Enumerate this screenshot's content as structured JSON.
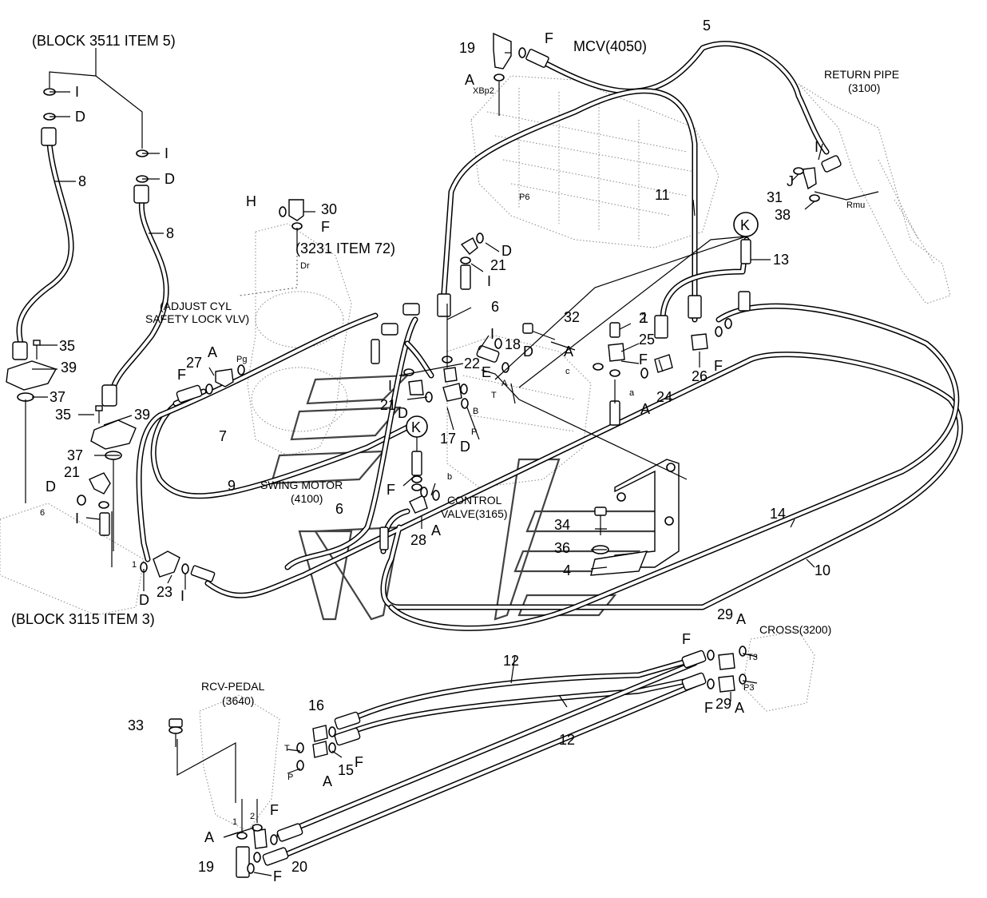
{
  "callouts": {
    "block_3511": "(BLOCK 3511 ITEM 5)",
    "block_3115": "(BLOCK 3115 ITEM 3)",
    "item_3231": "(3231 ITEM 72)",
    "adjust_line1": "(ADJUST CYL",
    "adjust_line2": "SAFETY LOCK VLV)",
    "mcv": "MCV(4050)",
    "return_line1": "RETURN PIPE",
    "return_line2": "(3100)",
    "swing_line1": "SWING MOTOR",
    "swing_line2": "(4100)",
    "control_line1": "CONTROL",
    "control_line2": "VALVE(3165)",
    "cross": "CROSS(3200)",
    "rcv_line1": "RCV-PEDAL",
    "rcv_line2": "(3640)",
    "view_k": "K"
  },
  "port_labels": {
    "xbp2": "XBp2",
    "p6": "P6",
    "dr": "Dr",
    "pg": "Pg",
    "rmu": "Rmu",
    "t": "T",
    "b": "B",
    "p": "P",
    "a_port": "A",
    "c_port": "c",
    "a_small": "a",
    "b_small": "b",
    "t3": "T3",
    "p3": "P3",
    "one": "1",
    "two": "2",
    "six": "6",
    "one_b": "1",
    "t_b": "T",
    "p_b": "P"
  },
  "part_numbers": {
    "n1": "1",
    "n2": "2",
    "n4": "4",
    "n5": "5",
    "n6a": "6",
    "n6b": "6",
    "n7": "7",
    "n8a": "8",
    "n8b": "8",
    "n9": "9",
    "n10": "10",
    "n11": "11",
    "n12a": "12",
    "n12b": "12",
    "n13": "13",
    "n14": "14",
    "n15": "15",
    "n16": "16",
    "n17": "17",
    "n18": "18",
    "n19a": "19",
    "n19b": "19",
    "n20": "20",
    "n21a": "21",
    "n21b": "21",
    "n21c": "21",
    "n22": "22",
    "n23": "23",
    "n24": "24",
    "n25": "25",
    "n26": "26",
    "n27": "27",
    "n28": "28",
    "n29a": "29",
    "n29b": "29",
    "n30": "30",
    "n31": "31",
    "n32": "32",
    "n33": "33",
    "n34": "34",
    "n35a": "35",
    "n35b": "35",
    "n36": "36",
    "n37a": "37",
    "n37b": "37",
    "n38": "38",
    "n39a": "39",
    "n39b": "39"
  },
  "letters": {
    "i1": "I",
    "d1": "D",
    "i2": "I",
    "d2": "D",
    "h": "H",
    "f30": "F",
    "f19": "F",
    "a19": "A",
    "d21": "D",
    "i21": "I",
    "j": "J",
    "i31": "I",
    "a27": "A",
    "f27": "F",
    "i_mid": "I",
    "d18": "D",
    "i22": "I",
    "e": "E",
    "d17": "D",
    "d17b": "D",
    "a2": "A",
    "f25": "F",
    "a24": "A",
    "f26": "F",
    "d21b": "D",
    "i21b": "I",
    "f_k": "F",
    "a28": "A",
    "d23": "D",
    "i23": "I",
    "a29a": "A",
    "f29a": "F",
    "f29b": "F",
    "a29b": "A",
    "f15": "F",
    "a15": "A",
    "a_rcv": "A",
    "f_rcv": "F",
    "f20": "F"
  }
}
